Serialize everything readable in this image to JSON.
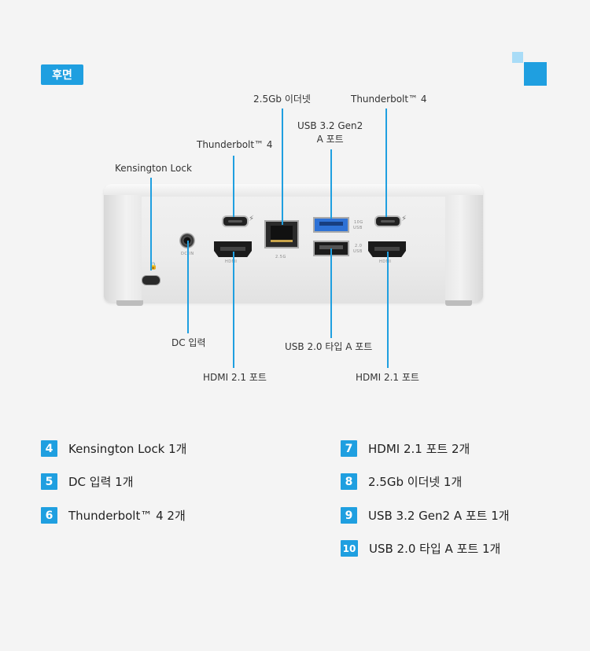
{
  "section_badge": "후면",
  "callouts": {
    "ethernet": "2.5Gb 이더넷",
    "thunderbolt_right": "Thunderbolt™ 4",
    "usb32_line1": "USB 3.2 Gen2",
    "usb32_line2": "A 포트",
    "thunderbolt_left": "Thunderbolt™ 4",
    "kensington": "Kensington Lock",
    "dc": "DC 입력",
    "usb20": "USB 2.0 타입 A 포트",
    "hdmi_left": "HDMI 2.1 포트",
    "hdmi_right": "HDMI 2.1 포트"
  },
  "port_labels": {
    "hdmi": "HDMI",
    "eth": "2.5G",
    "usb_top": "10G",
    "usb_top2": "USB",
    "usb_bottom": "2.0",
    "usb_bottom2": "USB",
    "dc": "DC IN"
  },
  "legend": [
    {
      "num": "4",
      "text": "Kensington Lock 1개"
    },
    {
      "num": "5",
      "text": "DC 입력 1개"
    },
    {
      "num": "6",
      "text": "Thunderbolt™ 4 2개"
    },
    {
      "num": "7",
      "text": "HDMI 2.1 포트 2개"
    },
    {
      "num": "8",
      "text": "2.5Gb 이더넷 1개"
    },
    {
      "num": "9",
      "text": "USB 3.2 Gen2 A 포트 1개"
    },
    {
      "num": "10",
      "text": "USB 2.0 타입 A 포트 1개"
    }
  ],
  "colors": {
    "accent": "#1f9fe0"
  }
}
